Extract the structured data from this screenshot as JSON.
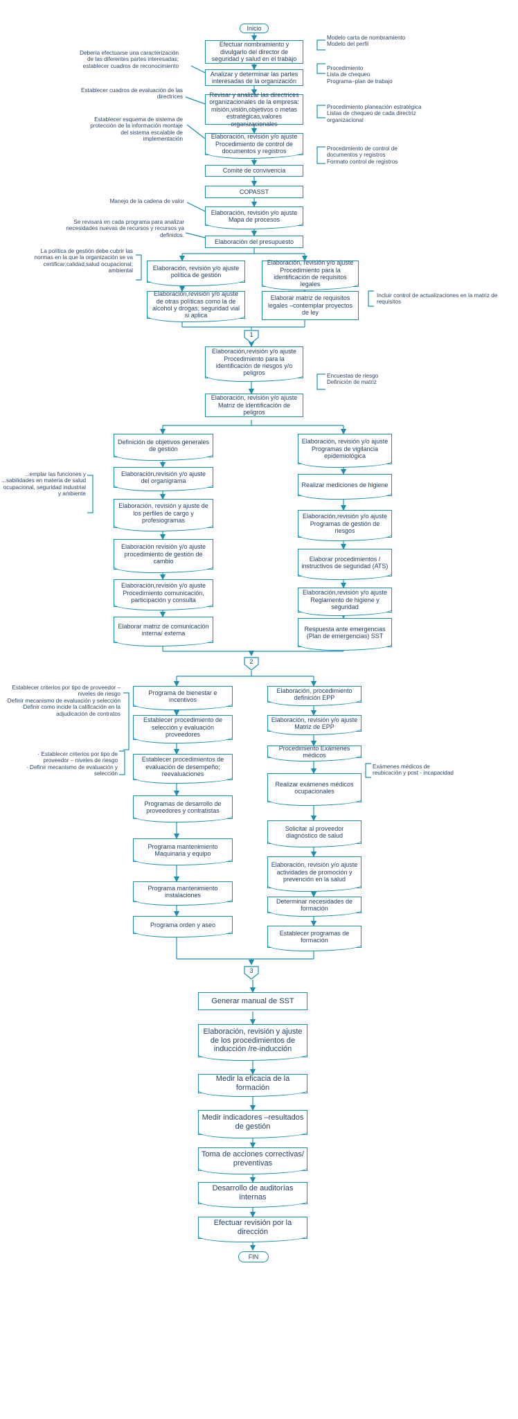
{
  "colors": {
    "line": "#1a8fb0",
    "text": "#1f3d63"
  },
  "start": "Inicio",
  "end": "FIN",
  "connectors": [
    "1",
    "2",
    "3"
  ],
  "steps": {
    "s1": "Efectuar nombramiento y divulgarlo del director de seguridad y salud en el trabajo",
    "s2": "Analizar y determinar las partes interesadas de la organización",
    "s3": "Revisar y analizar las directrices organizacionales de la empresa: misión,visión,objetivos o metas estratégicas,valores organizacionales",
    "s4": "Elaboración, revisión y/o ajuste Procedimiento de control de documentos y registros",
    "s5": "Comité de convivencia",
    "s6": "COPASST",
    "s7": "Elaboración, revisión y/o ajuste Mapa de procesos",
    "s8": "Elaboración del presupuesto",
    "l1": "Elaboración, revisión y/o ajuste política de gestión",
    "l2": "Elaboración,revisión y/o ajuste de otras políticas como la de alcohol y drogas; seguridad vial si aplica",
    "r1": "Elaboración, revisión y/o ajuste Procedimiento para la identificación de requisitos legales",
    "r2": "Elaborar matriz de requisitos legales –contemplar proyectos de ley",
    "p1": "Elaboración,revisión y/o ajuste Procedimiento para la identificación de riesgos y/o peligros",
    "p2": "Elaboración, revisión y/o ajuste Matriz de identificación de peligros",
    "a1": "Definición de objetivos generales de gestión",
    "a2": "Elaboración,revisión y/o ajuste del organigrama",
    "a3": "Elaboración, revisión y ajuste de los perfiles de cargo y profesiogramas",
    "a4": "Elaboración revisión y/o ajuste procedimiento de gestión de cambio",
    "a5": "Elaboración,revisión y/o ajuste Procedimiento comunicación, participación y consulta",
    "a6": "Elaborar matriz de comunicación interna/ externa",
    "b1": "Elaboración, revisión y/o ajuste Programas de vigilancia epidemiológica",
    "b2": "Realizar mediciones de higiene",
    "b3": "Elaboración,revisión y/o ajuste Programas de gestión de riesgos",
    "b4": "Elaborar procedimientos / instructivos de seguridad (ATS)",
    "b5": "Elaboración,revisión y/o ajuste Reglamento de higiene y seguridad",
    "b6": "Respuesta ante emergencias (Plan de emergencias) SST",
    "c1": "Programa de bienestar e incentivos",
    "c2": "Establecer procedimiento de selección y evaluación proveedores",
    "c3": "Establecer procedimientos de evaluación de desempeño; reevaluaciones",
    "c4": "Programas de desarrollo de proveedores y contratistas",
    "c5": "Programa mantenimiento Maquinaria y equipo",
    "c6": "Programa mantenimiento instalaciones",
    "c7": "Programa orden y aseo",
    "d1": "Elaboración, procedimiento definición EPP",
    "d2": "Elaboración, revisión y/o ajuste Matriz de EPP",
    "d3": "Procedimiento Exámenes médicos",
    "d4": "Realizar exámenes médicos ocupacionales",
    "d5": "Solicitar al proveedor diagnóstico de salud",
    "d6": "Elaboración, revisión y/o ajuste actividades de promoción y prevención en la salud",
    "d7": "Determinar necesidades de formación",
    "d8": "Establecer programas de formación",
    "f1": "Generar manual de SST",
    "f2": "Elaboración, revisión y ajuste de los procedimientos de inducción /re-inducción",
    "f3": "Medir la eficacia de la formación",
    "f4": "Medir indicadores –resultados de gestión",
    "f5": "Toma de acciones correctivas/ preventivas",
    "f6": "Desarrollo de auditorías internas",
    "f7": "Efectuar revisión por la dirección"
  },
  "notes": {
    "n1": "Modelo carta de nombramiento\nModelo del perfil",
    "n2": "Debería efectuarse una caracterización de las diferentes partes interesadas; establecer cuadros de reconocimiento",
    "n3": "Procedimiento\nLista de chequeo\nPrograma–plan de trabajo",
    "n4": "Establecer cuadros de evaluación de las directrices",
    "n5": "Procedimiento planeación estratégica\nListas de chequeo de cada directriz organizacional",
    "n6": "Establecer esquema de sistema de protección de la información montaje del sistema escalable de implementación",
    "n7": "Procedimiento de control de documentos y registros\nFormato control de registros",
    "n8": "Manejo de la cadena de valor",
    "n9": "Se revisará en cada programa para analizar necesidades nuevas de recursos y recursos ya definidos.",
    "n10": "La política de gestión debe cubrir las normas en la que la organización se va certificar;calidad,salud ocupacional; ambiental",
    "n11": "Incluir control de actualizaciones en la matriz de requisitos",
    "n12": "Encuestas de riesgo\nDefinición de matriz",
    "n13": "...emplar las funciones y ...sabilidades en materia de salud ocupacional, seguridad industrial y ambiente",
    "n14": "Establecer criterios por tipo de proveedor – niveles de riesgo\n·Definir mecanismo de evaluación y selección\n·Definir como incide la calificación en la adjudicación de contratos",
    "n15": "· Establecer criterios por tipo de proveedor – niveles de riesgo\n· Definir mecanismo de evaluación y selección",
    "n16": "Exámenes médicos de reubicación y post - incapacidad"
  }
}
